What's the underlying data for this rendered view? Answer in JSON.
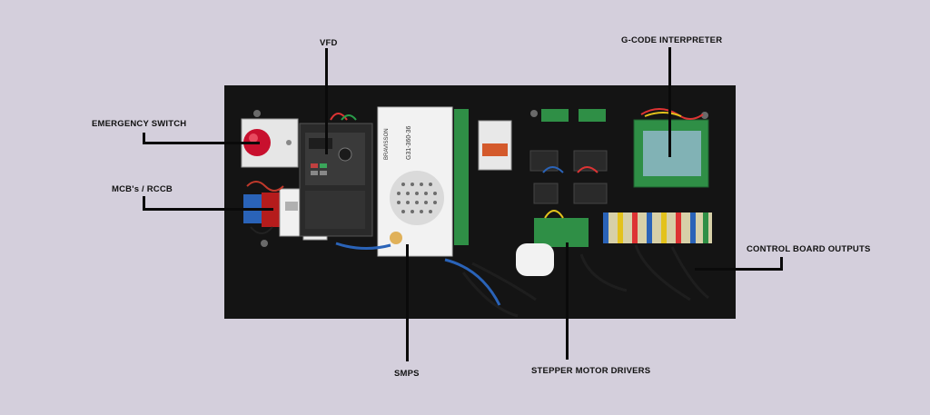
{
  "labels": {
    "vfd": "VFD",
    "gcode": "G-CODE INTERPRETER",
    "emergency": "EMERGENCY SWITCH",
    "mcb": "MCB's / RCCB",
    "control": "CONTROL BOARD OUTPUTS",
    "smps": "SMPS",
    "stepper": "STEPPER MOTOR DRIVERS"
  },
  "component_text": {
    "smps_brand": "BRAVISSON",
    "smps_model": "G31-360-36"
  },
  "colors": {
    "background": "#d4cfdc",
    "panel": "#121212",
    "leader": "#0a0a0a",
    "emergency_button": "#c8102e"
  }
}
